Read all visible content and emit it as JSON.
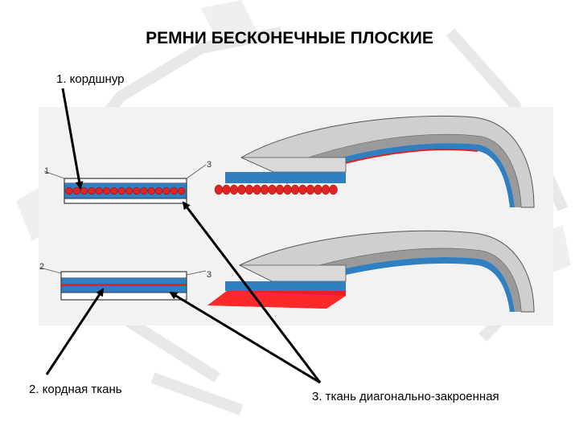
{
  "title": "РЕМНИ БЕСКОНЕЧНЫЕ ПЛОСКИЕ",
  "labels": {
    "cord": "1. кордшнур",
    "fabric": "2. кордная ткань",
    "diagonal": "3. ткань диагонально-закроенная"
  },
  "diagram_marks": {
    "belt1_left": "1",
    "belt1_right": "3",
    "belt2_left": "2",
    "belt2_right": "3"
  },
  "colors": {
    "rubber": "#d9d9d9",
    "fabric_blue": "#2f7fc1",
    "cord_red": "#e02424",
    "outline": "#3a3a3a"
  }
}
